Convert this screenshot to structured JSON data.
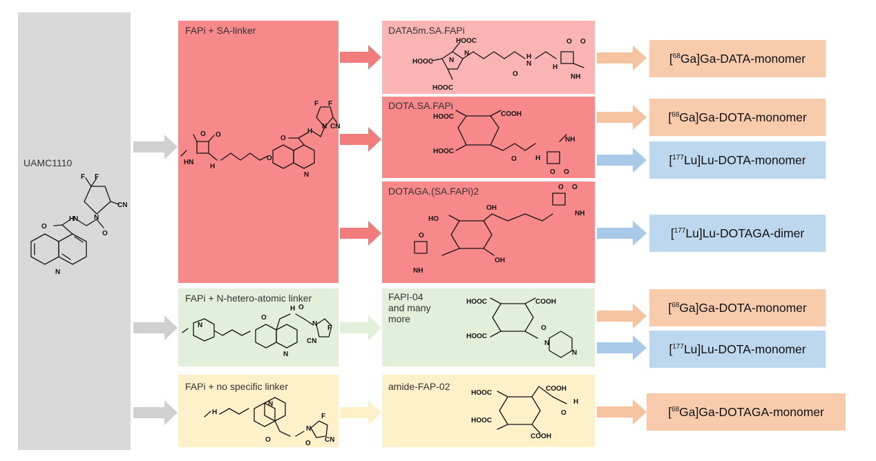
{
  "start": {
    "label": "UAMC1110"
  },
  "linkers": {
    "sa": "FAPi + SA-linker",
    "n_hetero": "FAPi + N-hetero-atomic  linker",
    "no_specific": "FAPi + no specific linker"
  },
  "compounds": {
    "data5m": "DATA5m.SA.FAPi",
    "dota_sa": "DOTA.SA.FAPi",
    "dotaga_sa": "DOTAGA.(SA.FAPi)2",
    "fapi04_line1": "FAPI-04",
    "fapi04_line2": "and many",
    "fapi04_line3": "more",
    "amide": "amide-FAP-02"
  },
  "outputs": {
    "ga": "[68Ga]",
    "lu": "[177Lu]",
    "data_monomer": "[68Ga]Ga-DATA-monomer",
    "dota_monomer_ga_1": "[68Ga]Ga-DOTA-monomer",
    "dota_monomer_lu_1": "[177Lu]Lu-DOTA-monomer",
    "dotaga_dimer": "[177Lu]Lu-DOTAGA-dimer",
    "dota_monomer_ga_2": "[68Ga]Ga-DOTA-monomer",
    "dota_monomer_lu_2": "[177Lu]Lu-DOTA-monomer",
    "dotaga_monomer": "[68Ga]Ga-DOTAGA-monomer"
  },
  "atoms": {
    "F": "F",
    "N": "N",
    "O": "O",
    "CN": "CN",
    "HN": "HN",
    "H": "H",
    "NH": "NH",
    "COOH": "COOH",
    "HOOC": "HOOC",
    "OH": "OH",
    "HO": "HO"
  },
  "colors": {
    "grey_panel": "#d9d9d9",
    "red": "#f8898a",
    "pink": "#fbb4b4",
    "green": "#e2efda",
    "yellow": "#fef0c9",
    "orange": "#f8cbad",
    "blue": "#bdd7ee",
    "arrow_grey": "#d0d0d0",
    "arrow_red": "#f27c7c",
    "arrow_orange": "#f5c3a0",
    "arrow_blue": "#a9c9e8"
  }
}
